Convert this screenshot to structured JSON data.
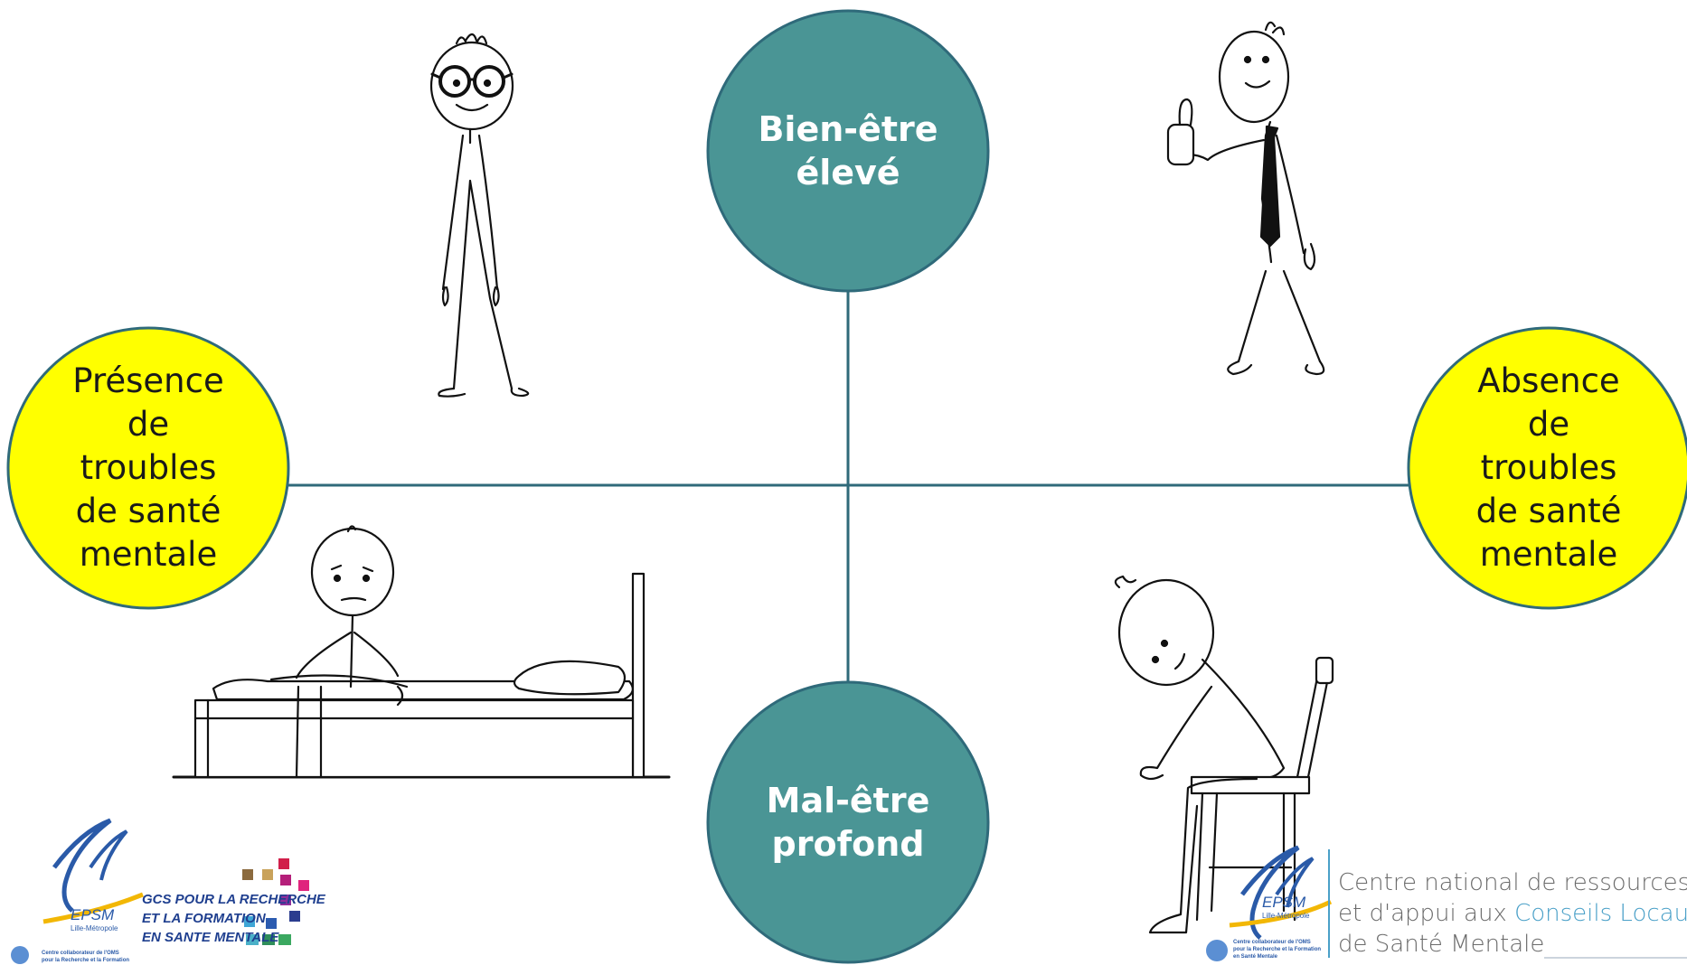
{
  "axes": {
    "top": [
      "Bien-être",
      "élevé"
    ],
    "bottom": [
      "Mal-être",
      "profond"
    ],
    "left": [
      "Présence",
      "de",
      "troubles",
      "de santé",
      "mentale"
    ],
    "right": [
      "Absence",
      "de",
      "troubles",
      "de santé",
      "mentale"
    ]
  },
  "colors": {
    "teal": "#4a9595",
    "yellow": "#ffff00",
    "axis_line": "#2f6a7a"
  },
  "logos": {
    "epsm_left": {
      "name": "EPSM",
      "sub": "Lille-Métropole",
      "caption": [
        "Centre collaborateur de l'OMS",
        "pour la Recherche et la Formation"
      ]
    },
    "gcs": [
      "GCS POUR LA RECHERCHE",
      "ET LA FORMATION",
      "EN SANTE MENTALE"
    ],
    "epsm_right": {
      "name": "EPSM",
      "sub": "Lille-Métropole",
      "caption": [
        "Centre collaborateur de l'OMS",
        "pour la Recherche et la Formation",
        "en Santé Mentale"
      ]
    },
    "cnr": {
      "line1": "Centre national de ressources",
      "line2_plain": "et d'appui aux ",
      "line2_accent": "Conseils Locaux",
      "line3": "de Santé Mentale"
    }
  }
}
